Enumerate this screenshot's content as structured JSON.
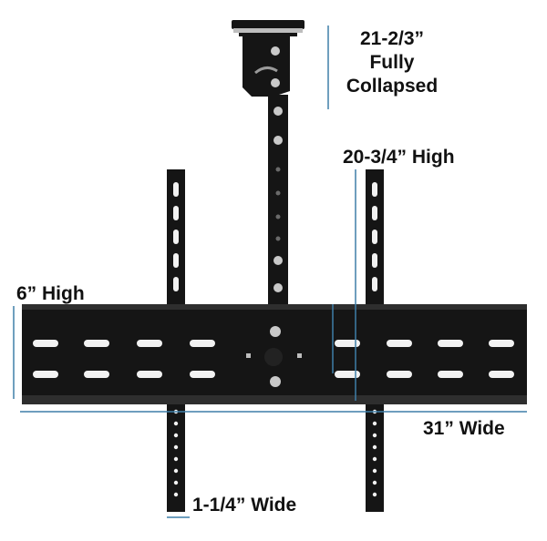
{
  "image": {
    "subject": "ceiling-tv-mount-bracket-icon",
    "colors": {
      "background": "#ffffff",
      "metal": "#151515",
      "metal_edge": "#2e2e2e",
      "slot": "#f2f2f2",
      "bolt": "#c9c9c9",
      "dimension_line": "#3f7fa8",
      "text": "#111111"
    }
  },
  "labels": {
    "fully_collapsed_height": [
      "21-2/3”",
      "Fully",
      "Collapsed"
    ],
    "max_height": "20-3/4” High",
    "plate_height": "6” High",
    "plate_width": "31” Wide",
    "arm_width": "1-1/4” Wide"
  }
}
